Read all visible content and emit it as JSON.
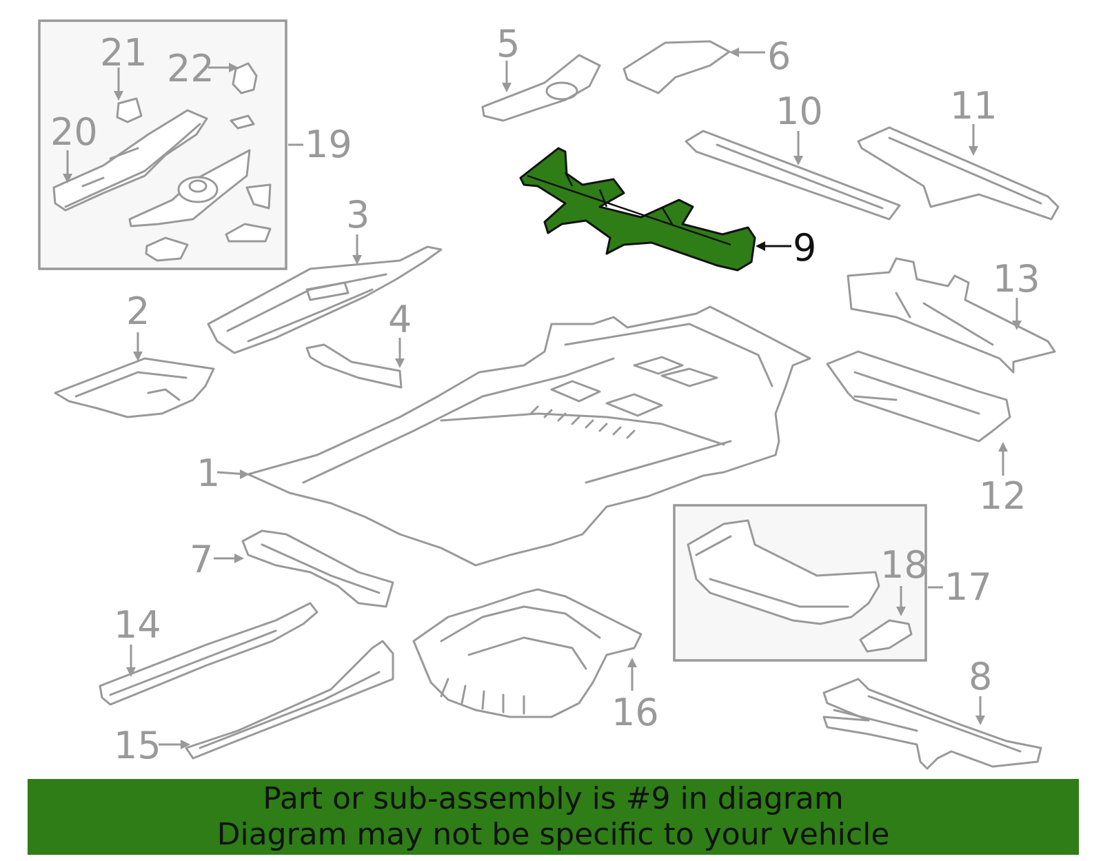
{
  "highlight_color": "#2e7d17",
  "outline_color": "#999999",
  "callouts": {
    "c1": "1",
    "c2": "2",
    "c3": "3",
    "c4": "4",
    "c5": "5",
    "c6": "6",
    "c7": "7",
    "c8": "8",
    "c9": "9",
    "c10": "10",
    "c11": "11",
    "c12": "12",
    "c13": "13",
    "c14": "14",
    "c15": "15",
    "c16": "16",
    "c17": "17",
    "c18": "18",
    "c19": "19",
    "c20": "20",
    "c21": "21",
    "c22": "22"
  },
  "banner": {
    "line1": "Part or sub-assembly is #9 in diagram",
    "line2": "Diagram may not be specific to your vehicle"
  }
}
